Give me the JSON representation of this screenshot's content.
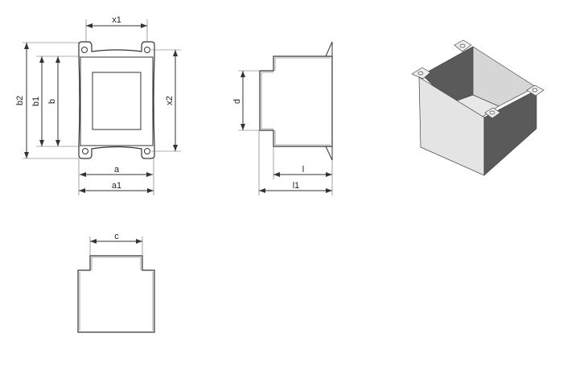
{
  "front_view": {
    "labels": {
      "x1": "x1",
      "b2": "b2",
      "b1": "b1",
      "b": "b",
      "x2": "x2",
      "a": "a",
      "a1": "a1"
    }
  },
  "side_view": {
    "labels": {
      "d": "d",
      "l": "l",
      "l1": "l1"
    }
  },
  "bottom_view": {
    "labels": {
      "c": "c"
    }
  },
  "colors": {
    "line": "#333333",
    "face_light": "#e4e4e4",
    "face_dark": "#5a5a5a"
  }
}
